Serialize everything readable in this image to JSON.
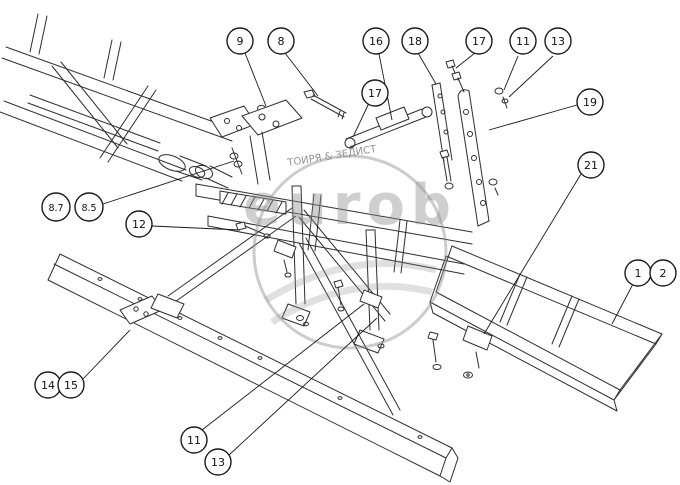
{
  "figure": {
    "type": "exploded-parts-diagram"
  },
  "watermark": {
    "text": "eurob",
    "caption": "ТОИРЯ & ЗЕДИСТ"
  },
  "callouts": [
    {
      "label": "9"
    },
    {
      "label": "8"
    },
    {
      "label": "16"
    },
    {
      "label": "18"
    },
    {
      "label": "17"
    },
    {
      "label": "11"
    },
    {
      "label": "13"
    },
    {
      "label": "17"
    },
    {
      "label": "19"
    },
    {
      "label": "8.7"
    },
    {
      "label": "8.5"
    },
    {
      "label": "12"
    },
    {
      "label": "21"
    },
    {
      "label": "1"
    },
    {
      "label": "2"
    },
    {
      "label": "14"
    },
    {
      "label": "15"
    },
    {
      "label": "11"
    },
    {
      "label": "13"
    }
  ]
}
